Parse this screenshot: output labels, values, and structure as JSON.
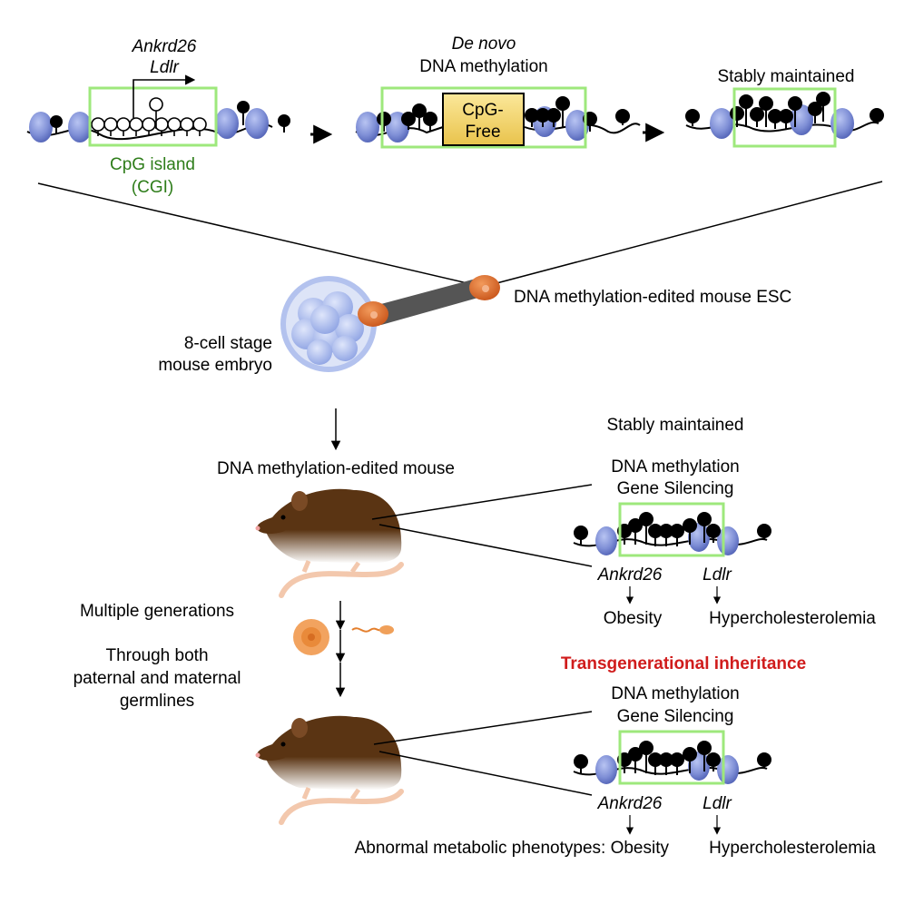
{
  "top": {
    "gene_names": [
      "Ankrd26",
      "Ldlr"
    ],
    "cgi_label": [
      "CpG island",
      "(CGI)"
    ],
    "denovo_title": [
      "De novo",
      "DNA methylation"
    ],
    "cpg_free": [
      "CpG-",
      "Free"
    ],
    "stable_title": "Stably maintained"
  },
  "esc_label": "DNA methylation-edited mouse ESC",
  "embryo_label": [
    "8-cell stage",
    "mouse embryo"
  ],
  "mouse_label": "DNA methylation-edited mouse",
  "panel1": {
    "stable": "Stably maintained",
    "line1": "DNA methylation",
    "line2": "Gene Silencing",
    "gene1": "Ankrd26",
    "gene2": "Ldlr",
    "pheno1": "Obesity",
    "pheno2": "Hypercholesterolemia"
  },
  "multi_gen": "Multiple generations",
  "through": [
    "Through both",
    "paternal and maternal",
    "germlines"
  ],
  "transgen": "Transgenerational inheritance",
  "panel2": {
    "line1": "DNA methylation",
    "line2": "Gene Silencing",
    "gene1": "Ankrd26",
    "gene2": "Ldlr",
    "pheno_prefix": "Abnormal metabolic phenotypes: Obesity",
    "pheno2": "Hypercholesterolemia"
  },
  "colors": {
    "nucleosome": "#7f8fd6",
    "box_outline": "#9ee87c",
    "cpg_free_fill": "#f3d66d",
    "cgi_text": "#2e7d1a",
    "transgen_text": "#d01c1c",
    "mouse_body": "#5a3413",
    "mouse_belly": "#f4dccb",
    "cell_orange": "#d9661e",
    "embryo_blue": "#9fb3ea"
  }
}
